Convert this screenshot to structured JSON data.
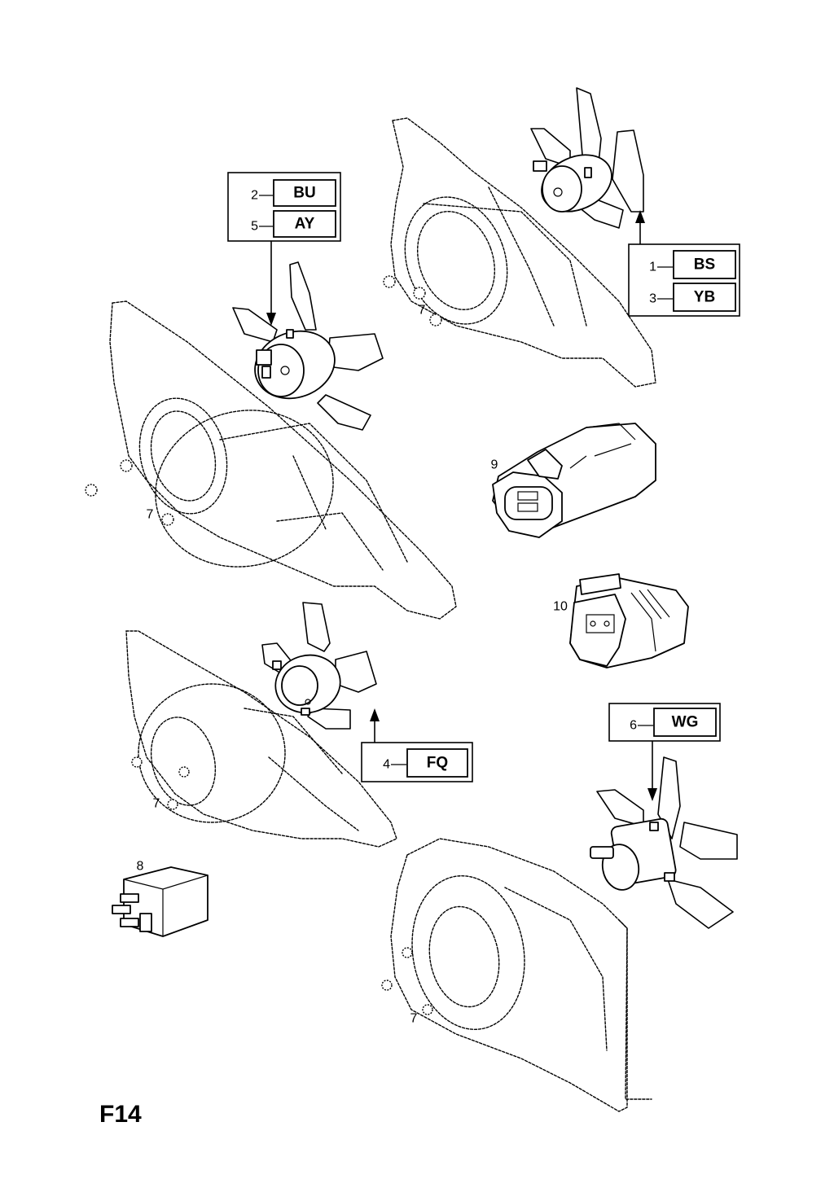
{
  "page_id": "F14",
  "callouts": {
    "c1": {
      "rows": [
        {
          "num": "2",
          "code": "BU"
        },
        {
          "num": "5",
          "code": "AY"
        }
      ]
    },
    "c2": {
      "rows": [
        {
          "num": "1",
          "code": "BS"
        },
        {
          "num": "3",
          "code": "YB"
        }
      ]
    },
    "c3": {
      "rows": [
        {
          "num": "4",
          "code": "FQ"
        }
      ]
    },
    "c4": {
      "rows": [
        {
          "num": "6",
          "code": "WG"
        }
      ]
    }
  },
  "part_numbers": {
    "nut_a": "7",
    "nut_b": "7",
    "nut_c": "7",
    "nut_d": "7",
    "connector_a": "9",
    "connector_b": "10",
    "relay": "8"
  }
}
